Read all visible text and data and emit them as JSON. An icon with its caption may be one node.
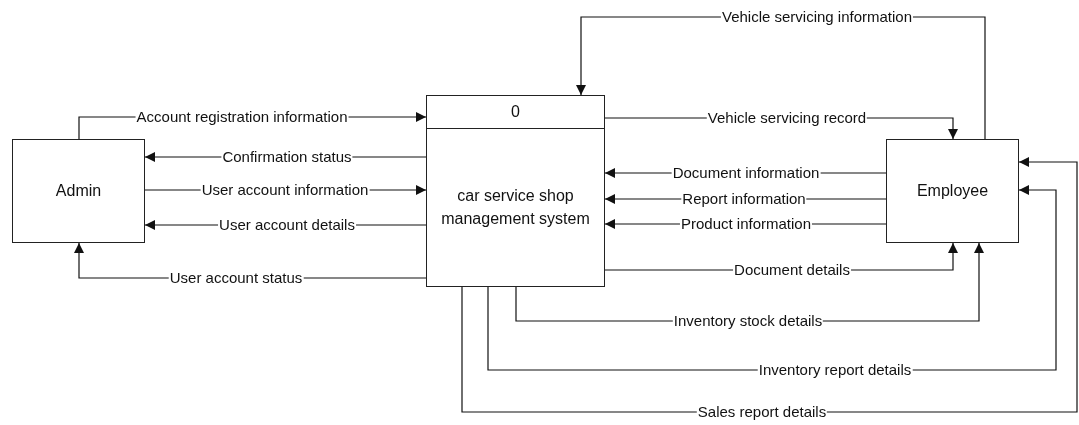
{
  "diagram": {
    "nodes": [
      {
        "text": [
          "Admin"
        ]
      },
      {
        "text": [
          "0",
          "car service shop management system"
        ]
      },
      {
        "text": [
          "Employee"
        ]
      }
    ],
    "edges": [
      {
        "from": 0,
        "to": 1,
        "arrow": "to",
        "label": "Account registration information"
      },
      {
        "from": 1,
        "to": 0,
        "arrow": "to",
        "label": "Confirmation status"
      },
      {
        "from": 0,
        "to": 1,
        "arrow": "to",
        "label": "User account information"
      },
      {
        "from": 1,
        "to": 0,
        "arrow": "to",
        "label": "User account details"
      },
      {
        "from": 1,
        "to": 0,
        "arrow": "to",
        "label": "User account status"
      },
      {
        "from": 2,
        "to": 1,
        "arrow": "to",
        "label": "Vehicle servicing information"
      },
      {
        "from": 1,
        "to": 2,
        "arrow": "to",
        "label": "Vehicle servicing record"
      },
      {
        "from": 2,
        "to": 1,
        "arrow": "to",
        "label": "Document information"
      },
      {
        "from": 2,
        "to": 1,
        "arrow": "to",
        "label": "Report information"
      },
      {
        "from": 2,
        "to": 1,
        "arrow": "to",
        "label": "Product information"
      },
      {
        "from": 1,
        "to": 2,
        "arrow": "to",
        "label": "Document details"
      },
      {
        "from": 1,
        "to": 2,
        "arrow": "to",
        "label": "Inventory stock details"
      },
      {
        "from": 1,
        "to": 2,
        "arrow": "to",
        "label": "Inventory report details"
      },
      {
        "from": 1,
        "to": 2,
        "arrow": "to",
        "label": "Sales report details"
      }
    ]
  }
}
